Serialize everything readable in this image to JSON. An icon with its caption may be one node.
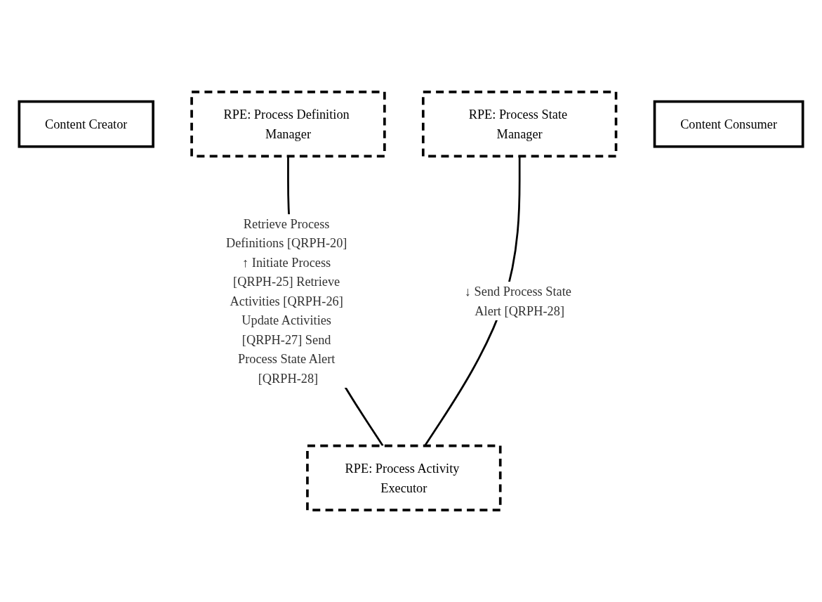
{
  "diagram": {
    "nodes": [
      {
        "text": [
          "Content Creator"
        ]
      },
      {
        "text": [
          "RPE: Process Definition Manager"
        ]
      },
      {
        "text": [
          "RPE: Process State Manager"
        ]
      },
      {
        "text": [
          "Content Consumer"
        ]
      },
      {
        "text": [
          "RPE: Process Activity Executor"
        ]
      }
    ],
    "edges": [
      {
        "from": 1,
        "to": 4,
        "arrow": "none",
        "label": "Retrieve Process Definitions [QRPH-20] ↑ Initiate Process [QRPH-25] Retrieve Activities [QRPH-26] Update Activities [QRPH-27] Send Process State Alert [QRPH-28]"
      },
      {
        "from": 2,
        "to": 4,
        "arrow": "none",
        "label": "↓ Send Process State Alert [QRPH-28]"
      }
    ]
  }
}
